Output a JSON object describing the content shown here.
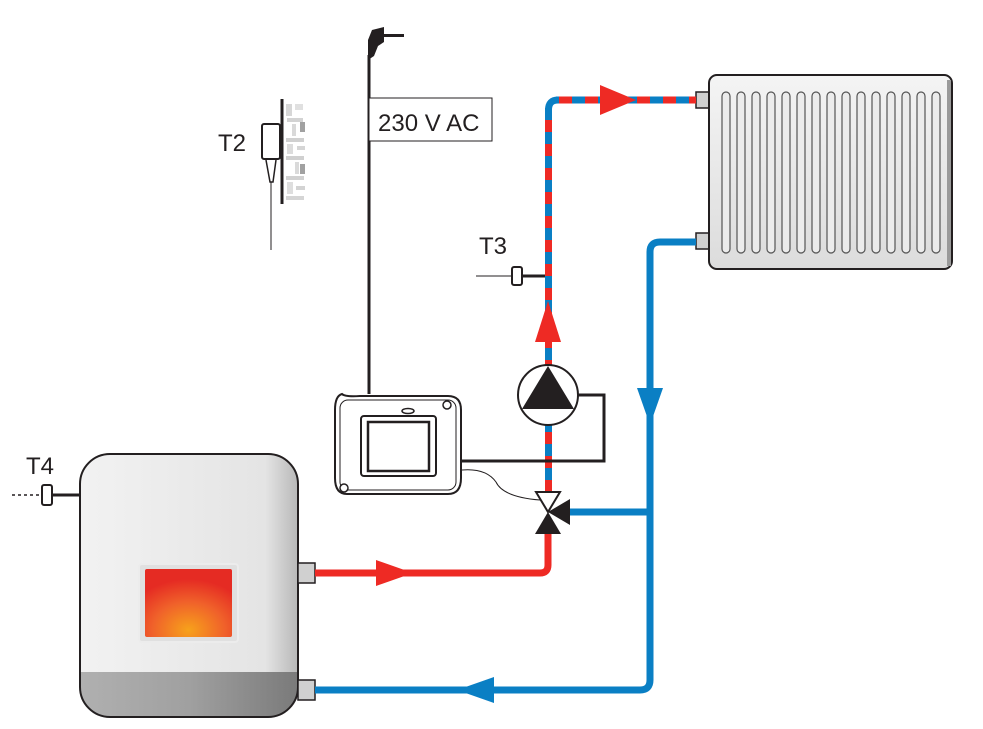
{
  "diagram": {
    "type": "heating-system-schematic",
    "labels": {
      "power_supply": "230 V AC",
      "sensor_outdoor": "T2",
      "sensor_flow": "T3",
      "sensor_boiler": "T4"
    },
    "components": [
      {
        "id": "power-plug",
        "label": "230 V AC"
      },
      {
        "id": "outdoor-sensor",
        "label": "T2"
      },
      {
        "id": "flow-sensor",
        "label": "T3"
      },
      {
        "id": "boiler-sensor",
        "label": "T4"
      },
      {
        "id": "controller",
        "label": ""
      },
      {
        "id": "circulation-pump",
        "label": ""
      },
      {
        "id": "three-way-mixing-valve",
        "label": ""
      },
      {
        "id": "radiator",
        "label": ""
      },
      {
        "id": "boiler",
        "label": ""
      }
    ],
    "flows": [
      {
        "from": "boiler",
        "to": "three-way-mixing-valve",
        "medium": "hot",
        "direction": "right"
      },
      {
        "from": "three-way-mixing-valve",
        "to": "circulation-pump",
        "medium": "mixed",
        "direction": "up"
      },
      {
        "from": "circulation-pump",
        "to": "radiator",
        "medium": "mixed",
        "direction": "up-right"
      },
      {
        "from": "radiator",
        "to": "three-way-mixing-valve",
        "medium": "return",
        "direction": "down"
      },
      {
        "from": "return-line",
        "to": "boiler",
        "medium": "return",
        "direction": "left"
      }
    ],
    "colors": {
      "hot": "#ee2a24",
      "return": "#0a7fc4",
      "wire": "#231f20",
      "fire_center": "#f7a21b",
      "fire_edge": "#e52b23"
    },
    "radiator_fins": 15
  }
}
